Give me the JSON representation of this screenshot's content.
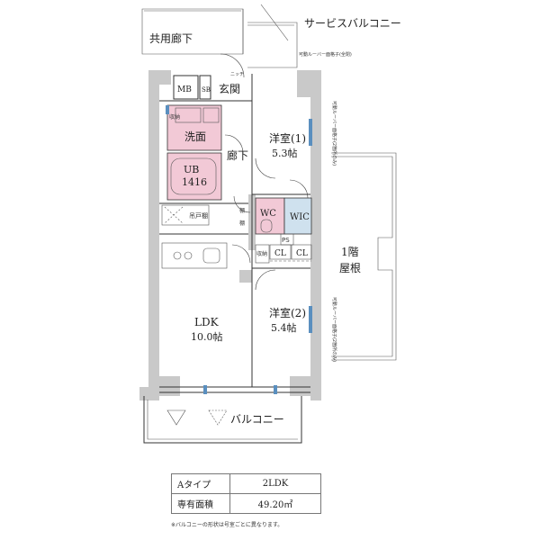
{
  "labels": {
    "service_balcony": "サービスバルコニー",
    "louver_note": "可動ルーバー面格子(全閉)",
    "common_corridor": "共用廊下",
    "mb": "MB",
    "sb": "SB",
    "niche": "ニッチ",
    "entrance": "玄関",
    "wash_storage": "収納",
    "washroom": "洗面",
    "hallway": "廊下",
    "ub": "UB",
    "ub_size": "1416",
    "western1": "洋室(1)",
    "western1_size": "5.3帖",
    "louver_side1": "可動ルーバー面格子(2箇所のみ)",
    "wc": "WC",
    "wic": "WIC",
    "hanging_closet": "吊戸棚",
    "shelf1": "棚",
    "shelf2": "棚",
    "ps": "PS",
    "storage": "収納",
    "cl1": "CL",
    "cl2": "CL",
    "first_floor_roof_1": "1階",
    "first_floor_roof_2": "屋根",
    "ldk": "LDK",
    "ldk_size": "10.0帖",
    "western2": "洋室(2)",
    "western2_size": "5.4帖",
    "louver_side2": "可動ルーバー面格子(2箇所のみ)",
    "balcony": "バルコニー"
  },
  "spec_table": {
    "type_label": "Aタイプ",
    "type_value": "2LDK",
    "area_label": "専有面積",
    "area_value": "49.20㎡"
  },
  "note": "※バルコニーの形状は号室ごとに異なります。",
  "colors": {
    "wet_area": "#f2c9d6",
    "wic": "#cfe1ee",
    "wall": "#c9c9c9",
    "window": "#5a8fbf"
  }
}
